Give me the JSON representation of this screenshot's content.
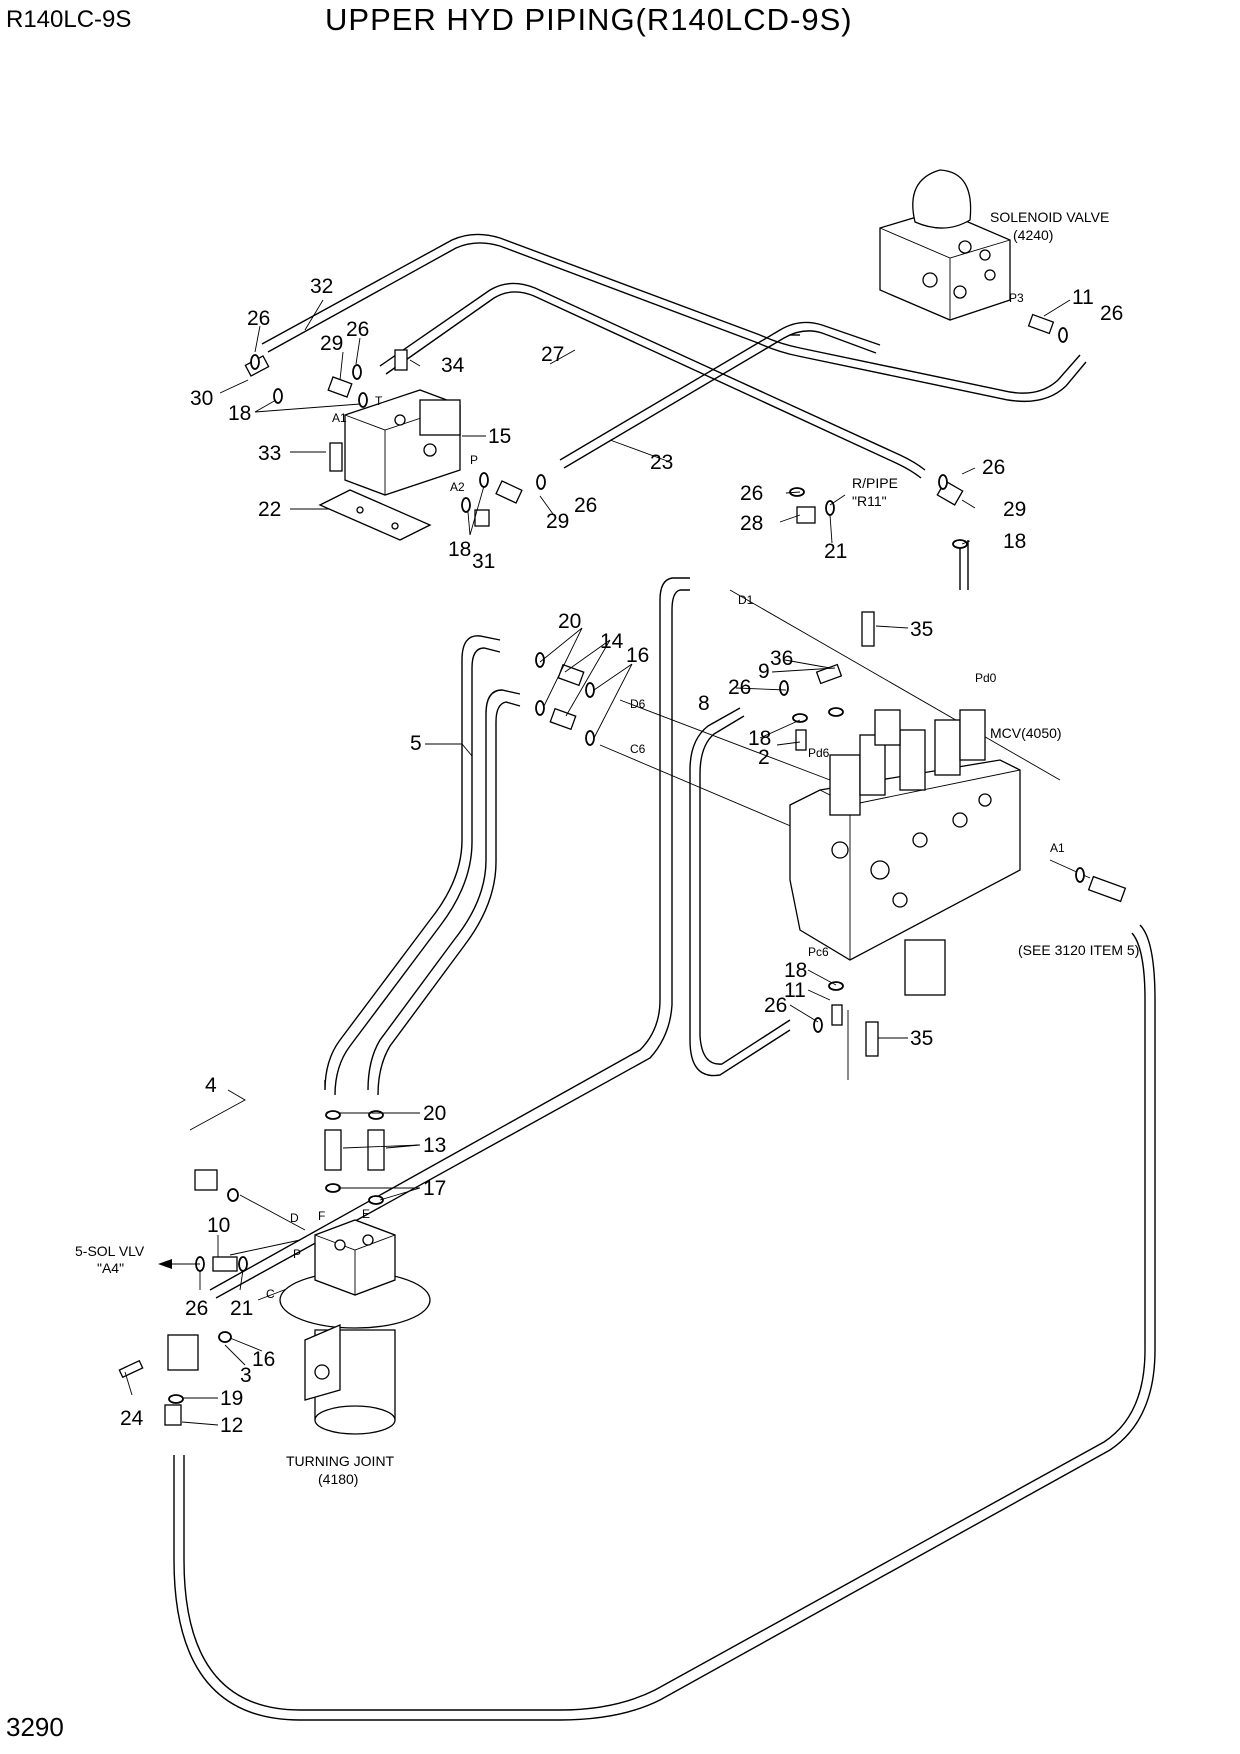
{
  "header": {
    "model": "R140LC-9S",
    "title": "UPPER HYD PIPING(R140LCD-9S)",
    "page_number": "3290"
  },
  "components": {
    "solenoid_valve": "SOLENOID VALVE",
    "solenoid_valve_ref": "(4240)",
    "mcv": "MCV(4050)",
    "turning_joint": "TURNING JOINT",
    "turning_joint_ref": "(4180)",
    "r_pipe": "R/PIPE",
    "r_pipe_ref": "\"R11\"",
    "sol_vlv": "5-SOL VLV",
    "sol_vlv_ref": "\"A4\"",
    "see_ref": "(SEE 3120 ITEM 5)"
  },
  "ports": {
    "p3": "P3",
    "a1_block": "A1",
    "t": "T",
    "p_block": "P",
    "a2": "A2",
    "d1": "D1",
    "d6": "D6",
    "c6": "C6",
    "pd0": "Pd0",
    "pd6": "Pd6",
    "a1_mcv": "A1",
    "pc6": "Pc6",
    "d": "D",
    "f": "F",
    "e": "E",
    "p_tj": "P",
    "c": "C"
  },
  "callouts": [
    {
      "id": "c32",
      "label": "32"
    },
    {
      "id": "c26a",
      "label": "26"
    },
    {
      "id": "c29a",
      "label": "29"
    },
    {
      "id": "c26b",
      "label": "26"
    },
    {
      "id": "c34",
      "label": "34"
    },
    {
      "id": "c27",
      "label": "27"
    },
    {
      "id": "c30",
      "label": "30"
    },
    {
      "id": "c18a",
      "label": "18"
    },
    {
      "id": "c15",
      "label": "15"
    },
    {
      "id": "c33",
      "label": "33"
    },
    {
      "id": "c23",
      "label": "23"
    },
    {
      "id": "c22",
      "label": "22"
    },
    {
      "id": "c29b",
      "label": "29"
    },
    {
      "id": "c26c",
      "label": "26"
    },
    {
      "id": "c18b",
      "label": "18"
    },
    {
      "id": "c31",
      "label": "31"
    },
    {
      "id": "c11a",
      "label": "11"
    },
    {
      "id": "c26d",
      "label": "26"
    },
    {
      "id": "c26e",
      "label": "26"
    },
    {
      "id": "c29c",
      "label": "29"
    },
    {
      "id": "c18c",
      "label": "18"
    },
    {
      "id": "c26f",
      "label": "26"
    },
    {
      "id": "c28",
      "label": "28"
    },
    {
      "id": "c21a",
      "label": "21"
    },
    {
      "id": "c20a",
      "label": "20"
    },
    {
      "id": "c14",
      "label": "14"
    },
    {
      "id": "c16a",
      "label": "16"
    },
    {
      "id": "c5",
      "label": "5"
    },
    {
      "id": "c35a",
      "label": "35"
    },
    {
      "id": "c36",
      "label": "36"
    },
    {
      "id": "c9",
      "label": "9"
    },
    {
      "id": "c26g",
      "label": "26"
    },
    {
      "id": "c8",
      "label": "8"
    },
    {
      "id": "c18d",
      "label": "18"
    },
    {
      "id": "c2",
      "label": "2"
    },
    {
      "id": "c18e",
      "label": "18"
    },
    {
      "id": "c11b",
      "label": "11"
    },
    {
      "id": "c26h",
      "label": "26"
    },
    {
      "id": "c35b",
      "label": "35"
    },
    {
      "id": "c4",
      "label": "4"
    },
    {
      "id": "c20b",
      "label": "20"
    },
    {
      "id": "c13",
      "label": "13"
    },
    {
      "id": "c17",
      "label": "17"
    },
    {
      "id": "c10",
      "label": "10"
    },
    {
      "id": "c26i",
      "label": "26"
    },
    {
      "id": "c21b",
      "label": "21"
    },
    {
      "id": "c3",
      "label": "3"
    },
    {
      "id": "c16b",
      "label": "16"
    },
    {
      "id": "c19",
      "label": "19"
    },
    {
      "id": "c24",
      "label": "24"
    },
    {
      "id": "c12",
      "label": "12"
    }
  ]
}
